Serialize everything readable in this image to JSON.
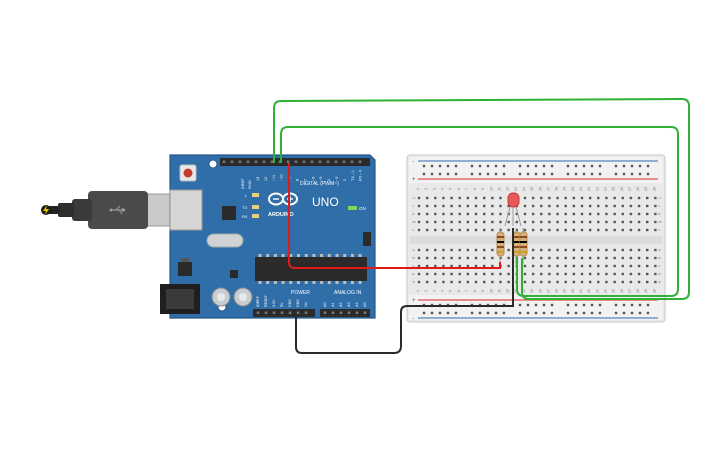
{
  "colors": {
    "board": "#2f6ea8",
    "board_edge": "#24598a",
    "header": "#2b2b2b",
    "breadboard": "#e9e9e9",
    "rail_red": "#d9262a",
    "rail_blue": "#2c6bb5",
    "wire_green": "#2eb135",
    "wire_red": "#e01a1a",
    "wire_black": "#2a2a2a",
    "led": "#e85a5a",
    "resistor": "#d8b07a"
  },
  "arduino": {
    "brand": "ARDUINO",
    "model": "UNO",
    "on_label": "ON",
    "digital_label": "DIGITAL (PWM~)",
    "power_label": "POWER",
    "analog_label": "ANALOG IN",
    "aref": "AREF",
    "gnd": "GND",
    "led_l": "L",
    "led_tx": "TX",
    "led_rx": "RX",
    "digital_pins": [
      "13",
      "12",
      "~11",
      "~10",
      "~9",
      "8",
      "7",
      "~6",
      "~5",
      "4",
      "~3",
      "2",
      "TX→1",
      "RX←0"
    ],
    "power_pins": [
      "IOREF",
      "RESET",
      "3.3V",
      "5V",
      "GND",
      "GND",
      "Vin"
    ],
    "analog_pins": [
      "A0",
      "A1",
      "A2",
      "A3",
      "A4",
      "A5"
    ]
  },
  "breadboard": {
    "columns": [
      "1",
      "2",
      "3",
      "4",
      "5",
      "6",
      "7",
      "8",
      "9",
      "10",
      "11",
      "12",
      "13",
      "14",
      "15",
      "16",
      "17",
      "18",
      "19",
      "20",
      "21",
      "22",
      "23",
      "24",
      "25",
      "26",
      "27",
      "28",
      "29",
      "30"
    ],
    "rows_top": [
      "j",
      "i",
      "h",
      "g",
      "f"
    ],
    "rows_bottom": [
      "e",
      "d",
      "c",
      "b",
      "a"
    ],
    "rail_plus": "+",
    "rail_minus": "-"
  },
  "icons": {
    "usb": "usb-icon",
    "arduino_logo": "arduino-infinity-icon"
  }
}
